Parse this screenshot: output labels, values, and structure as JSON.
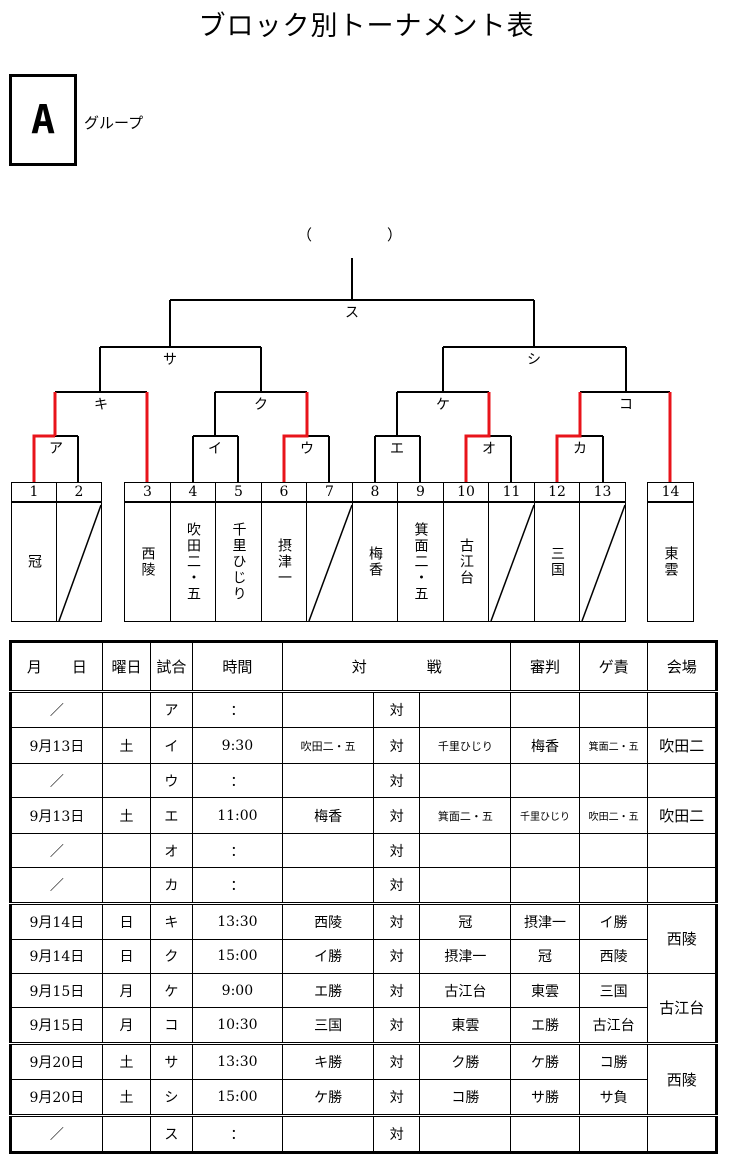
{
  "title": "ブロック別トーナメント表",
  "group": {
    "letter": "A",
    "label": "グループ"
  },
  "winner_paren": "（　　　　　）",
  "match_labels": [
    "ス",
    "サ",
    "シ",
    "キ",
    "ク",
    "ケ",
    "コ",
    "ア",
    "イ",
    "ウ",
    "エ",
    "オ",
    "カ"
  ],
  "seeds": [
    "1",
    "2",
    "3",
    "4",
    "5",
    "6",
    "7",
    "8",
    "9",
    "10",
    "11",
    "12",
    "13",
    "14"
  ],
  "teams": [
    "冠",
    "",
    "西陵",
    "吹田二・五",
    "千里ひじり",
    "摂津一",
    "",
    "梅香",
    "箕面二・五",
    "古江台",
    "",
    "三国",
    "",
    "東雲"
  ],
  "colors": {
    "win_line": "#e8141b",
    "line": "#000000"
  },
  "schedule": {
    "headers": [
      "月　　日",
      "曜日",
      "試合",
      "時間",
      "対　　　　戦",
      "審判",
      "ゲ責",
      "会場"
    ],
    "rows": [
      {
        "date": "／",
        "day": "",
        "match": "ア",
        "time": "：",
        "a": "",
        "vs": "対",
        "b": "",
        "ref": "",
        "ge": "",
        "venue": ""
      },
      {
        "date": "9月13日",
        "day": "土",
        "match": "イ",
        "time": "9:30",
        "a": "吹田二・五",
        "vs": "対",
        "b": "千里ひじり",
        "ref": "梅香",
        "ge": "箕面二・五",
        "venue": "吹田二"
      },
      {
        "date": "／",
        "day": "",
        "match": "ウ",
        "time": "：",
        "a": "",
        "vs": "対",
        "b": "",
        "ref": "",
        "ge": "",
        "venue": ""
      },
      {
        "date": "9月13日",
        "day": "土",
        "match": "エ",
        "time": "11:00",
        "a": "梅香",
        "vs": "対",
        "b": "箕面二・五",
        "ref": "千里ひじり",
        "ge": "吹田二・五",
        "venue": "吹田二"
      },
      {
        "date": "／",
        "day": "",
        "match": "オ",
        "time": "：",
        "a": "",
        "vs": "対",
        "b": "",
        "ref": "",
        "ge": "",
        "venue": ""
      },
      {
        "date": "／",
        "day": "",
        "match": "カ",
        "time": "：",
        "a": "",
        "vs": "対",
        "b": "",
        "ref": "",
        "ge": "",
        "venue": ""
      },
      {
        "date": "9月14日",
        "day": "日",
        "match": "キ",
        "time": "13:30",
        "a": "西陵",
        "vs": "対",
        "b": "冠",
        "ref": "摂津一",
        "ge": "イ勝",
        "venue": "西陵"
      },
      {
        "date": "9月14日",
        "day": "日",
        "match": "ク",
        "time": "15:00",
        "a": "イ勝",
        "vs": "対",
        "b": "摂津一",
        "ref": "冠",
        "ge": "西陵",
        "venue": ""
      },
      {
        "date": "9月15日",
        "day": "月",
        "match": "ケ",
        "time": "9:00",
        "a": "エ勝",
        "vs": "対",
        "b": "古江台",
        "ref": "東雲",
        "ge": "三国",
        "venue": "古江台"
      },
      {
        "date": "9月15日",
        "day": "月",
        "match": "コ",
        "time": "10:30",
        "a": "三国",
        "vs": "対",
        "b": "東雲",
        "ref": "エ勝",
        "ge": "古江台",
        "venue": ""
      },
      {
        "date": "9月20日",
        "day": "土",
        "match": "サ",
        "time": "13:30",
        "a": "キ勝",
        "vs": "対",
        "b": "ク勝",
        "ref": "ケ勝",
        "ge": "コ勝",
        "venue": "西陵"
      },
      {
        "date": "9月20日",
        "day": "土",
        "match": "シ",
        "time": "15:00",
        "a": "ケ勝",
        "vs": "対",
        "b": "コ勝",
        "ref": "サ勝",
        "ge": "サ負",
        "venue": ""
      },
      {
        "date": "／",
        "day": "",
        "match": "ス",
        "time": "：",
        "a": "",
        "vs": "対",
        "b": "",
        "ref": "",
        "ge": "",
        "venue": ""
      }
    ]
  }
}
